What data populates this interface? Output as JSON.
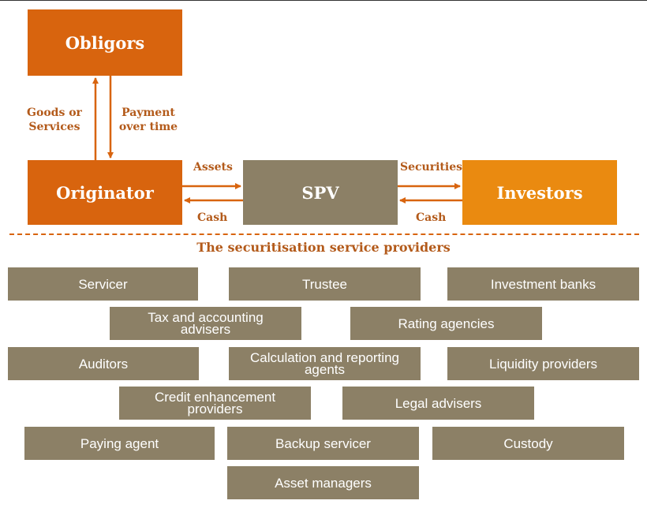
{
  "flow": {
    "obligors": "Obligors",
    "originator": "Originator",
    "spv": "SPV",
    "investors": "Investors",
    "goods_or_services": "Goods or\nServices",
    "payment_over_time": "Payment\nover time",
    "assets": "Assets",
    "cash_left": "Cash",
    "securities": "Securities",
    "cash_right": "Cash"
  },
  "section_title": "The securitisation service providers",
  "providers": [
    "Servicer",
    "Trustee",
    "Investment banks",
    "Tax and accounting advisers",
    "Rating agencies",
    "Auditors",
    "Calculation and reporting agents",
    "Liquidity providers",
    "Credit enhancement providers",
    "Legal advisers",
    "Paying agent",
    "Backup servicer",
    "Custody",
    "Asset managers"
  ],
  "colors": {
    "originator_orange": "#d8640e",
    "investor_orange": "#ea8a10",
    "spv_grey": "#8c8066",
    "label_brown": "#b35a1a"
  }
}
